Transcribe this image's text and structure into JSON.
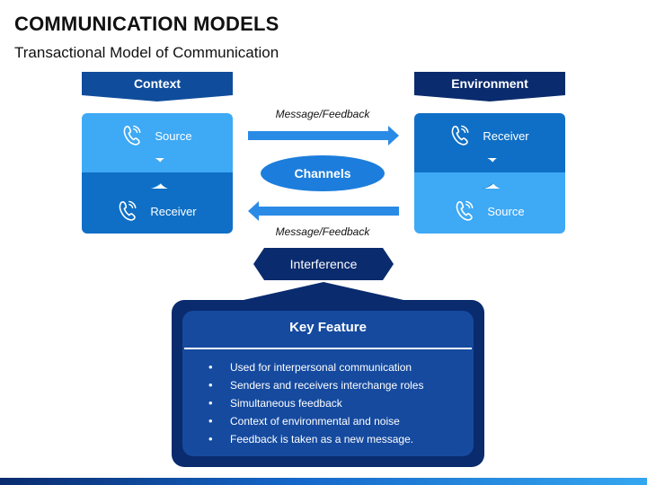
{
  "title": "COMMUNICATION MODELS",
  "subtitle": "Transactional Model of Communication",
  "left": {
    "header": "Context",
    "top_box": "Source",
    "bottom_box": "Receiver"
  },
  "right": {
    "header": "Environment",
    "top_box": "Receiver",
    "bottom_box": "Source"
  },
  "center": {
    "message_top": "Message/Feedback",
    "channels": "Channels",
    "message_bottom": "Message/Feedback",
    "interference": "Interference"
  },
  "key_feature": {
    "title": "Key Feature",
    "items": [
      "Used for interpersonal communication",
      "Senders and receivers interchange roles",
      "Simultaneous feedback",
      "Context of environmental and noise",
      "Feedback is taken as a new message."
    ]
  },
  "colors": {
    "dark_navy": "#0a2b6e",
    "header_blue": "#0f4c9c",
    "dark_box": "#0f6fc6",
    "light_box": "#3ea9f5",
    "arrow": "#2a8be6"
  },
  "icons": [
    "phone-icon"
  ]
}
